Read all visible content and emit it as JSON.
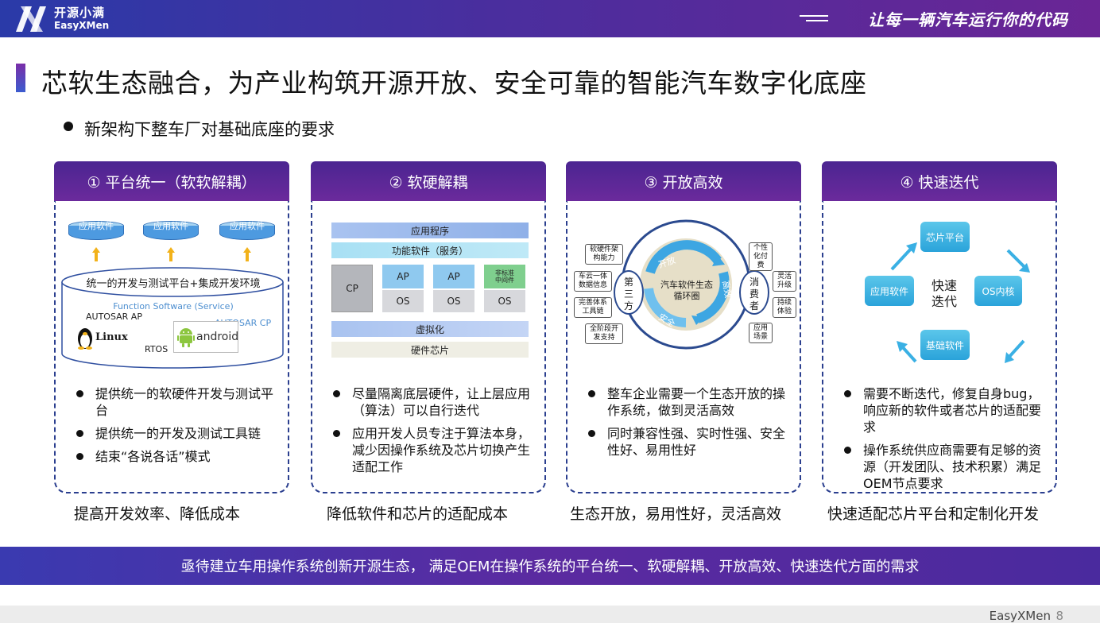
{
  "header": {
    "brand_cn": "开源小满",
    "brand_en": "EasyXMen",
    "slogan": "让每一辆汽车运行你的代码"
  },
  "title": "芯软生态融合，为产业构筑开源开放、安全可靠的智能汽车数字化底座",
  "subtitle": "新架构下整车厂对基础底座的要求",
  "colors": {
    "accent_purple": "#5a2896",
    "accent_blue": "#2b3f8f",
    "cyan": "#2aa3da"
  },
  "panels": [
    {
      "title": "① 平台统一（软软解耦）",
      "diagram": {
        "apps": [
          "应用软件",
          "应用软件",
          "应用软件"
        ],
        "platform": "统一的开发与测试平台+集成开发环境",
        "function_sw": "Function Software (Service)",
        "autosar_ap": "AUTOSAR AP",
        "autosar_cp": "AUTOSAR CP",
        "rtos": "RTOS",
        "linux": "Linux",
        "android": "android"
      },
      "bullets": [
        "提供统一的软硬件开发与测试平台",
        "提供统一的开发及测试工具链",
        "结束“各说各话”模式"
      ],
      "caption": "提高开发效率、降低成本"
    },
    {
      "title": "② 软硬解耦",
      "diagram": {
        "app": "应用程序",
        "function": "功能软件（服务）",
        "cp": "CP",
        "ap1": "AP",
        "ap2": "AP",
        "nonstd": "非标准中间件",
        "os1": "OS",
        "os2": "OS",
        "os3": "OS",
        "virt": "虚拟化",
        "hw": "硬件芯片"
      },
      "bullets": [
        "尽量隔离底层硬件，让上层应用（算法）可以自行迭代",
        "应用开发人员专注于算法本身，减少因操作系统及芯片切换产生适配工作"
      ],
      "caption": "降低软件和芯片的适配成本"
    },
    {
      "title": "③ 开放高效",
      "diagram": {
        "center": "汽车软件生态循环圈",
        "left": "第三方",
        "right": "消费者",
        "arc_top": "开放",
        "arc_right": "高效",
        "arc_bottom": "安全",
        "left_items": [
          "软硬件架构能力",
          "车云一体数据信息",
          "完善体系工具链",
          "全阶段开发支持"
        ],
        "right_items": [
          "个性化付费",
          "灵活升级",
          "持续体验",
          "应用场景"
        ]
      },
      "bullets": [
        "整车企业需要一个生态开放的操作系统，做到灵活高效",
        "同时兼容性强、实时性强、安全性好、易用性好"
      ],
      "caption": "生态开放，易用性好，灵活高效"
    },
    {
      "title": "④ 快速迭代",
      "diagram": {
        "top": "芯片平台",
        "left": "应用软件",
        "right": "OS内核",
        "bottom": "基础软件",
        "center": "快速迭代"
      },
      "bullets": [
        "需要不断迭代，修复自身bug，响应新的软件或者芯片的适配要求",
        "操作系统供应商需要有足够的资源（开发团队、技术积累）满足OEM节点要求"
      ],
      "caption": "快速适配芯片平台和定制化开发"
    }
  ],
  "banner": "亟待建立车用操作系统创新开源生态， 满足OEM在操作系统的平台统一、软硬解耦、开放高效、快速迭代方面的需求",
  "footer": {
    "brand": "EasyXMen",
    "page": "8"
  }
}
